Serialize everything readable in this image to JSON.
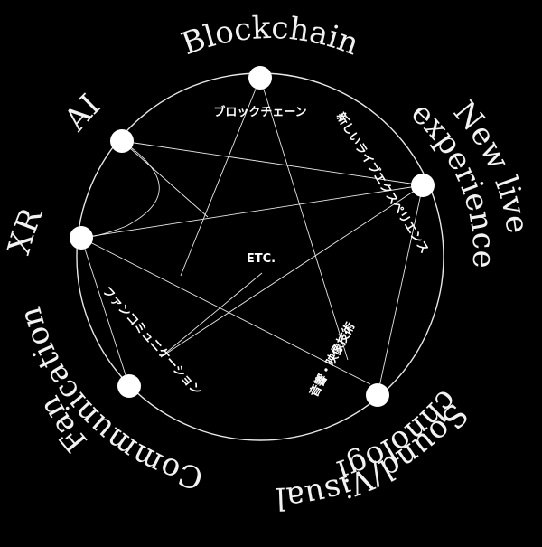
{
  "diagram": {
    "center_label": "ETC.",
    "nodes": [
      {
        "id": "blockchain",
        "label_en": "Blockchain",
        "label_jp": "ブロックチェーン"
      },
      {
        "id": "new-live-experience",
        "label_en_line1": "New live",
        "label_en_line2": "experience",
        "label_jp": "新しいライブエクスペリエンス"
      },
      {
        "id": "sound-visual",
        "label_en_line1": "Sound/Visual",
        "label_en_line2": "Technologies",
        "label_jp": "音響・映像技術"
      },
      {
        "id": "fan-communication",
        "label_en_line1": "Fan",
        "label_en_line2": "Communication",
        "label_jp": "ファンコミュニケーション"
      },
      {
        "id": "xr",
        "label_en": "XR"
      },
      {
        "id": "ai",
        "label_en": "AI"
      }
    ],
    "colors": {
      "background": "#000000",
      "foreground": "#ffffff"
    }
  }
}
